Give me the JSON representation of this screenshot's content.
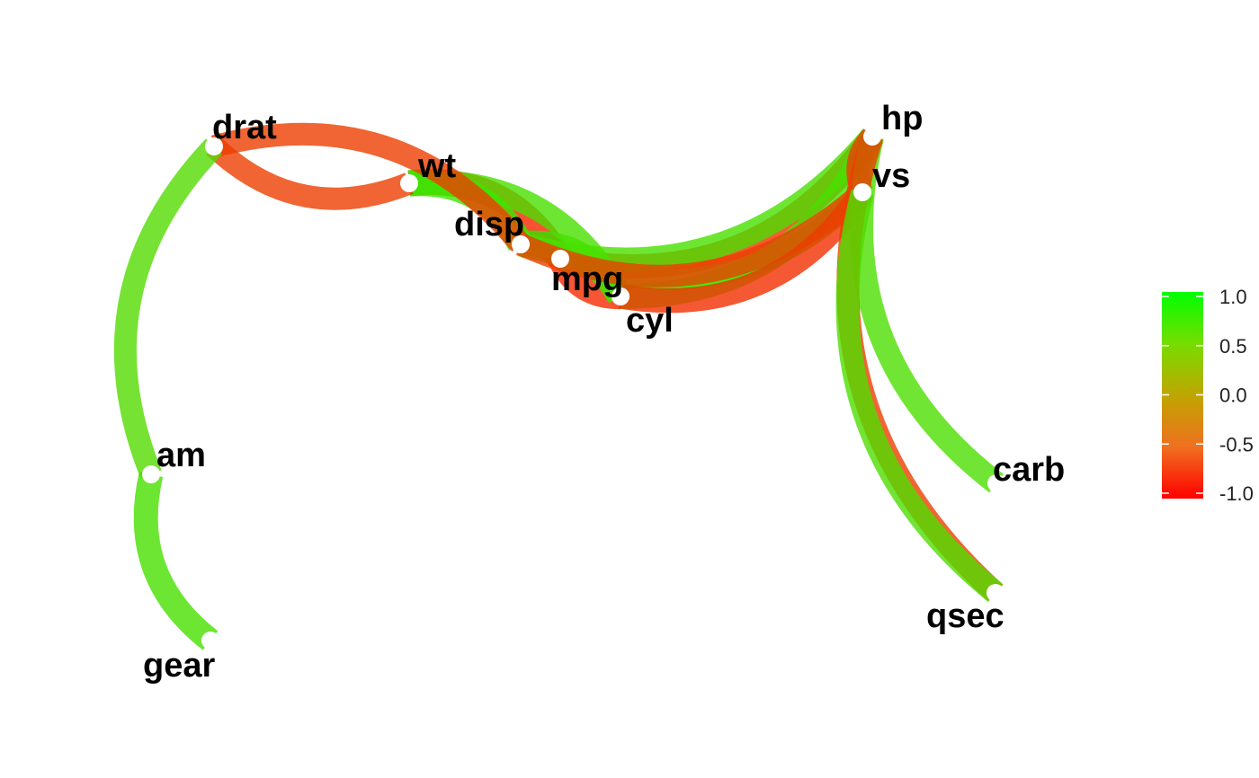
{
  "chart_data": {
    "type": "network",
    "title": "",
    "nodes": [
      "mpg",
      "cyl",
      "disp",
      "hp",
      "drat",
      "wt",
      "qsec",
      "vs",
      "am",
      "gear",
      "carb"
    ],
    "edges": [
      {
        "from": "mpg",
        "to": "cyl",
        "r": -0.85
      },
      {
        "from": "mpg",
        "to": "disp",
        "r": -0.85
      },
      {
        "from": "mpg",
        "to": "hp",
        "r": -0.78
      },
      {
        "from": "mpg",
        "to": "wt",
        "r": -0.87
      },
      {
        "from": "mpg",
        "to": "vs",
        "r": 0.66
      },
      {
        "from": "cyl",
        "to": "disp",
        "r": 0.9
      },
      {
        "from": "cyl",
        "to": "hp",
        "r": 0.83
      },
      {
        "from": "cyl",
        "to": "wt",
        "r": 0.78
      },
      {
        "from": "cyl",
        "to": "vs",
        "r": -0.81
      },
      {
        "from": "disp",
        "to": "hp",
        "r": 0.79
      },
      {
        "from": "disp",
        "to": "wt",
        "r": 0.89
      },
      {
        "from": "disp",
        "to": "vs",
        "r": -0.71
      },
      {
        "from": "disp",
        "to": "drat",
        "r": -0.71
      },
      {
        "from": "hp",
        "to": "vs",
        "r": -0.72
      },
      {
        "from": "hp",
        "to": "carb",
        "r": 0.75
      },
      {
        "from": "hp",
        "to": "qsec",
        "r": -0.71
      },
      {
        "from": "drat",
        "to": "wt",
        "r": -0.71
      },
      {
        "from": "drat",
        "to": "am",
        "r": 0.71
      },
      {
        "from": "vs",
        "to": "qsec",
        "r": 0.74
      },
      {
        "from": "am",
        "to": "gear",
        "r": 0.79
      }
    ],
    "legend": {
      "position": "right",
      "range": [
        -1.0,
        1.0
      ],
      "ticks": [
        "1.0",
        "0.5",
        "0.0",
        "-0.5",
        "-1.0"
      ],
      "colors": {
        "negative": "#ff0000",
        "zero": "#bfbf00",
        "positive": "#00ff00"
      }
    }
  }
}
